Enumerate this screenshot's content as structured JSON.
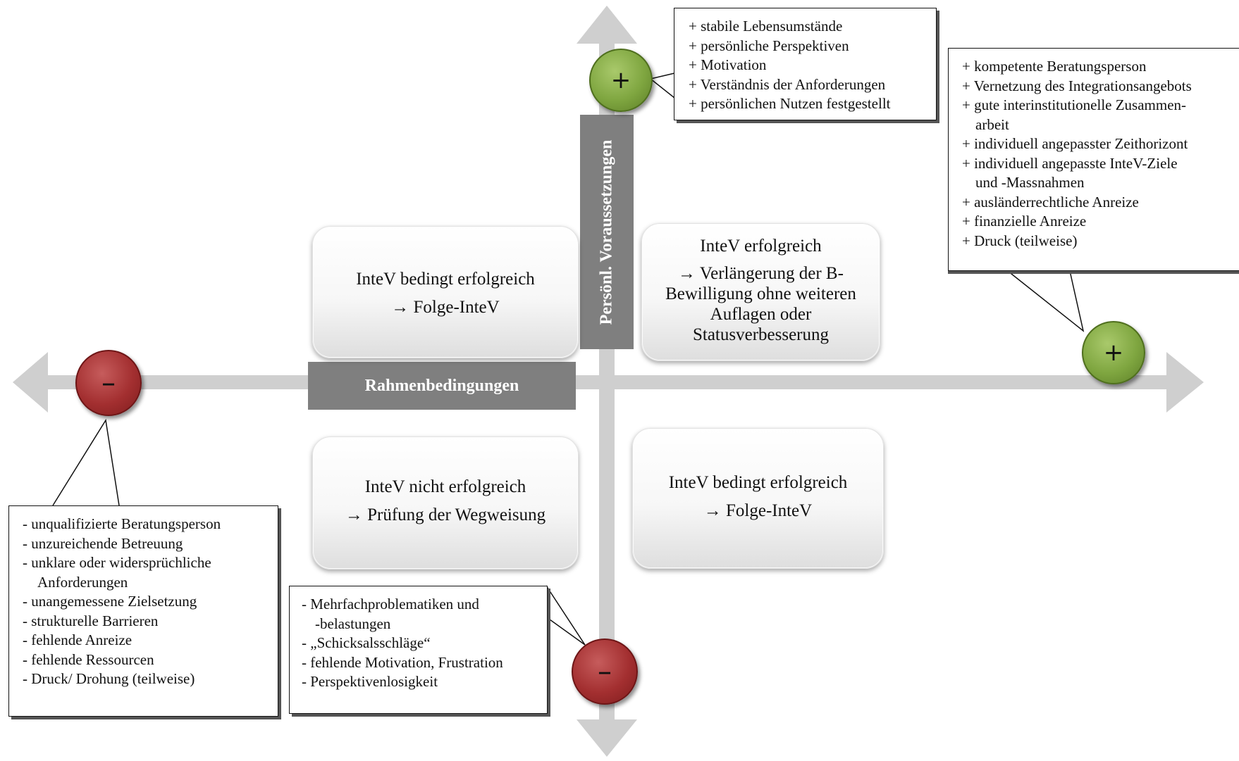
{
  "axes": {
    "horizontal_label": "Rahmenbedingungen",
    "vertical_label": "Persönl. Voraussetzungen",
    "plus_symbol": "+",
    "minus_symbol": "–"
  },
  "quadrants": {
    "top_left": {
      "title": "InteV bedingt erfolgreich",
      "result": "→ Folge-InteV"
    },
    "top_right": {
      "title": "InteV erfolgreich",
      "result_lines": [
        "→ Verlängerung der B-",
        "Bewilligung ohne weiteren",
        "Auflagen oder",
        "Statusverbesserung"
      ]
    },
    "bottom_left": {
      "title": "InteV nicht erfolgreich",
      "result": "→ Prüfung der Wegweisung"
    },
    "bottom_right": {
      "title": "InteV bedingt erfolgreich",
      "result": "→ Folge-InteV"
    }
  },
  "callouts": {
    "personal_positive": {
      "items": [
        "+ stabile Lebensumstände",
        "+ persönliche Perspektiven",
        "+ Motivation",
        "+ Verständnis der Anforderungen",
        "+ persönlichen Nutzen festgestellt"
      ]
    },
    "framework_positive": {
      "items": [
        {
          "text": "+ kompetente Beratungsperson"
        },
        {
          "text": "+ Vernetzung des Integrationsangebots"
        },
        {
          "text": "+ gute interinstitutionelle Zusammen-",
          "cont": "arbeit"
        },
        {
          "text": "+ individuell angepasster Zeithorizont"
        },
        {
          "text": "+ individuell angepasste InteV-Ziele",
          "cont": "und -Massnahmen"
        },
        {
          "text": "+ ausländerrechtliche Anreize"
        },
        {
          "text": "+ finanzielle Anreize"
        },
        {
          "text": "+ Druck (teilweise)"
        }
      ]
    },
    "framework_negative": {
      "items": [
        {
          "text": "- unqualifizierte Beratungsperson"
        },
        {
          "text": "- unzureichende Betreuung"
        },
        {
          "text": "- unklare oder widersprüchliche",
          "cont": "Anforderungen"
        },
        {
          "text": "- unangemessene Zielsetzung"
        },
        {
          "text": "- strukturelle Barrieren"
        },
        {
          "text": "- fehlende Anreize"
        },
        {
          "text": "- fehlende Ressourcen"
        },
        {
          "text": "- Druck/ Drohung (teilweise)"
        }
      ]
    },
    "personal_negative": {
      "items": [
        {
          "text": "- Mehrfachproblematiken und",
          "cont": "-belastungen"
        },
        {
          "text": "- „Schicksalsschläge“"
        },
        {
          "text": "- fehlende Motivation, Frustration"
        },
        {
          "text": "- Perspektivenlosigkeit"
        }
      ]
    }
  },
  "colors": {
    "arrow": "#cfcfcf",
    "band": "#7f7f7f",
    "plus_circle": "#7fa640",
    "minus_circle": "#a32f30"
  }
}
